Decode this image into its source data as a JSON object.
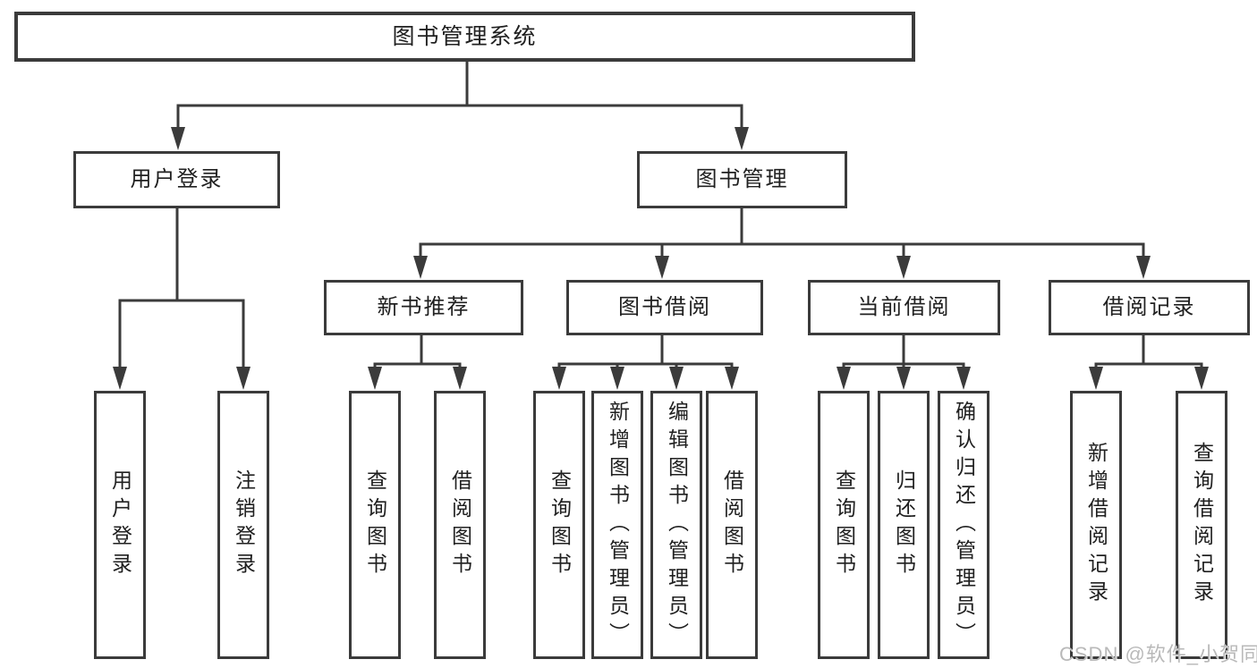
{
  "tree": {
    "label": "图书管理系统",
    "children": [
      {
        "label": "用户登录",
        "children": [
          {
            "label": "用户登录"
          },
          {
            "label": "注销登录"
          }
        ]
      },
      {
        "label": "图书管理",
        "children": [
          {
            "label": "新书推荐",
            "children": [
              {
                "label": "查询图书"
              },
              {
                "label": "借阅图书"
              }
            ]
          },
          {
            "label": "图书借阅",
            "children": [
              {
                "label": "查询图书"
              },
              {
                "label": "新增图书（管理员）"
              },
              {
                "label": "编辑图书（管理员）"
              },
              {
                "label": "借阅图书"
              }
            ]
          },
          {
            "label": "当前借阅",
            "children": [
              {
                "label": "查询图书"
              },
              {
                "label": "归还图书"
              },
              {
                "label": "确认归还（管理员）"
              }
            ]
          },
          {
            "label": "借阅记录",
            "children": [
              {
                "label": "新增借阅记录"
              },
              {
                "label": "查询借阅记录"
              }
            ]
          }
        ]
      }
    ]
  },
  "watermark": {
    "text": "CSDN @软件_小贺同学"
  },
  "colors": {
    "line": "#3b3b3b",
    "text": "#202020",
    "watermark": "#b9b9b9",
    "background": "#ffffff"
  }
}
